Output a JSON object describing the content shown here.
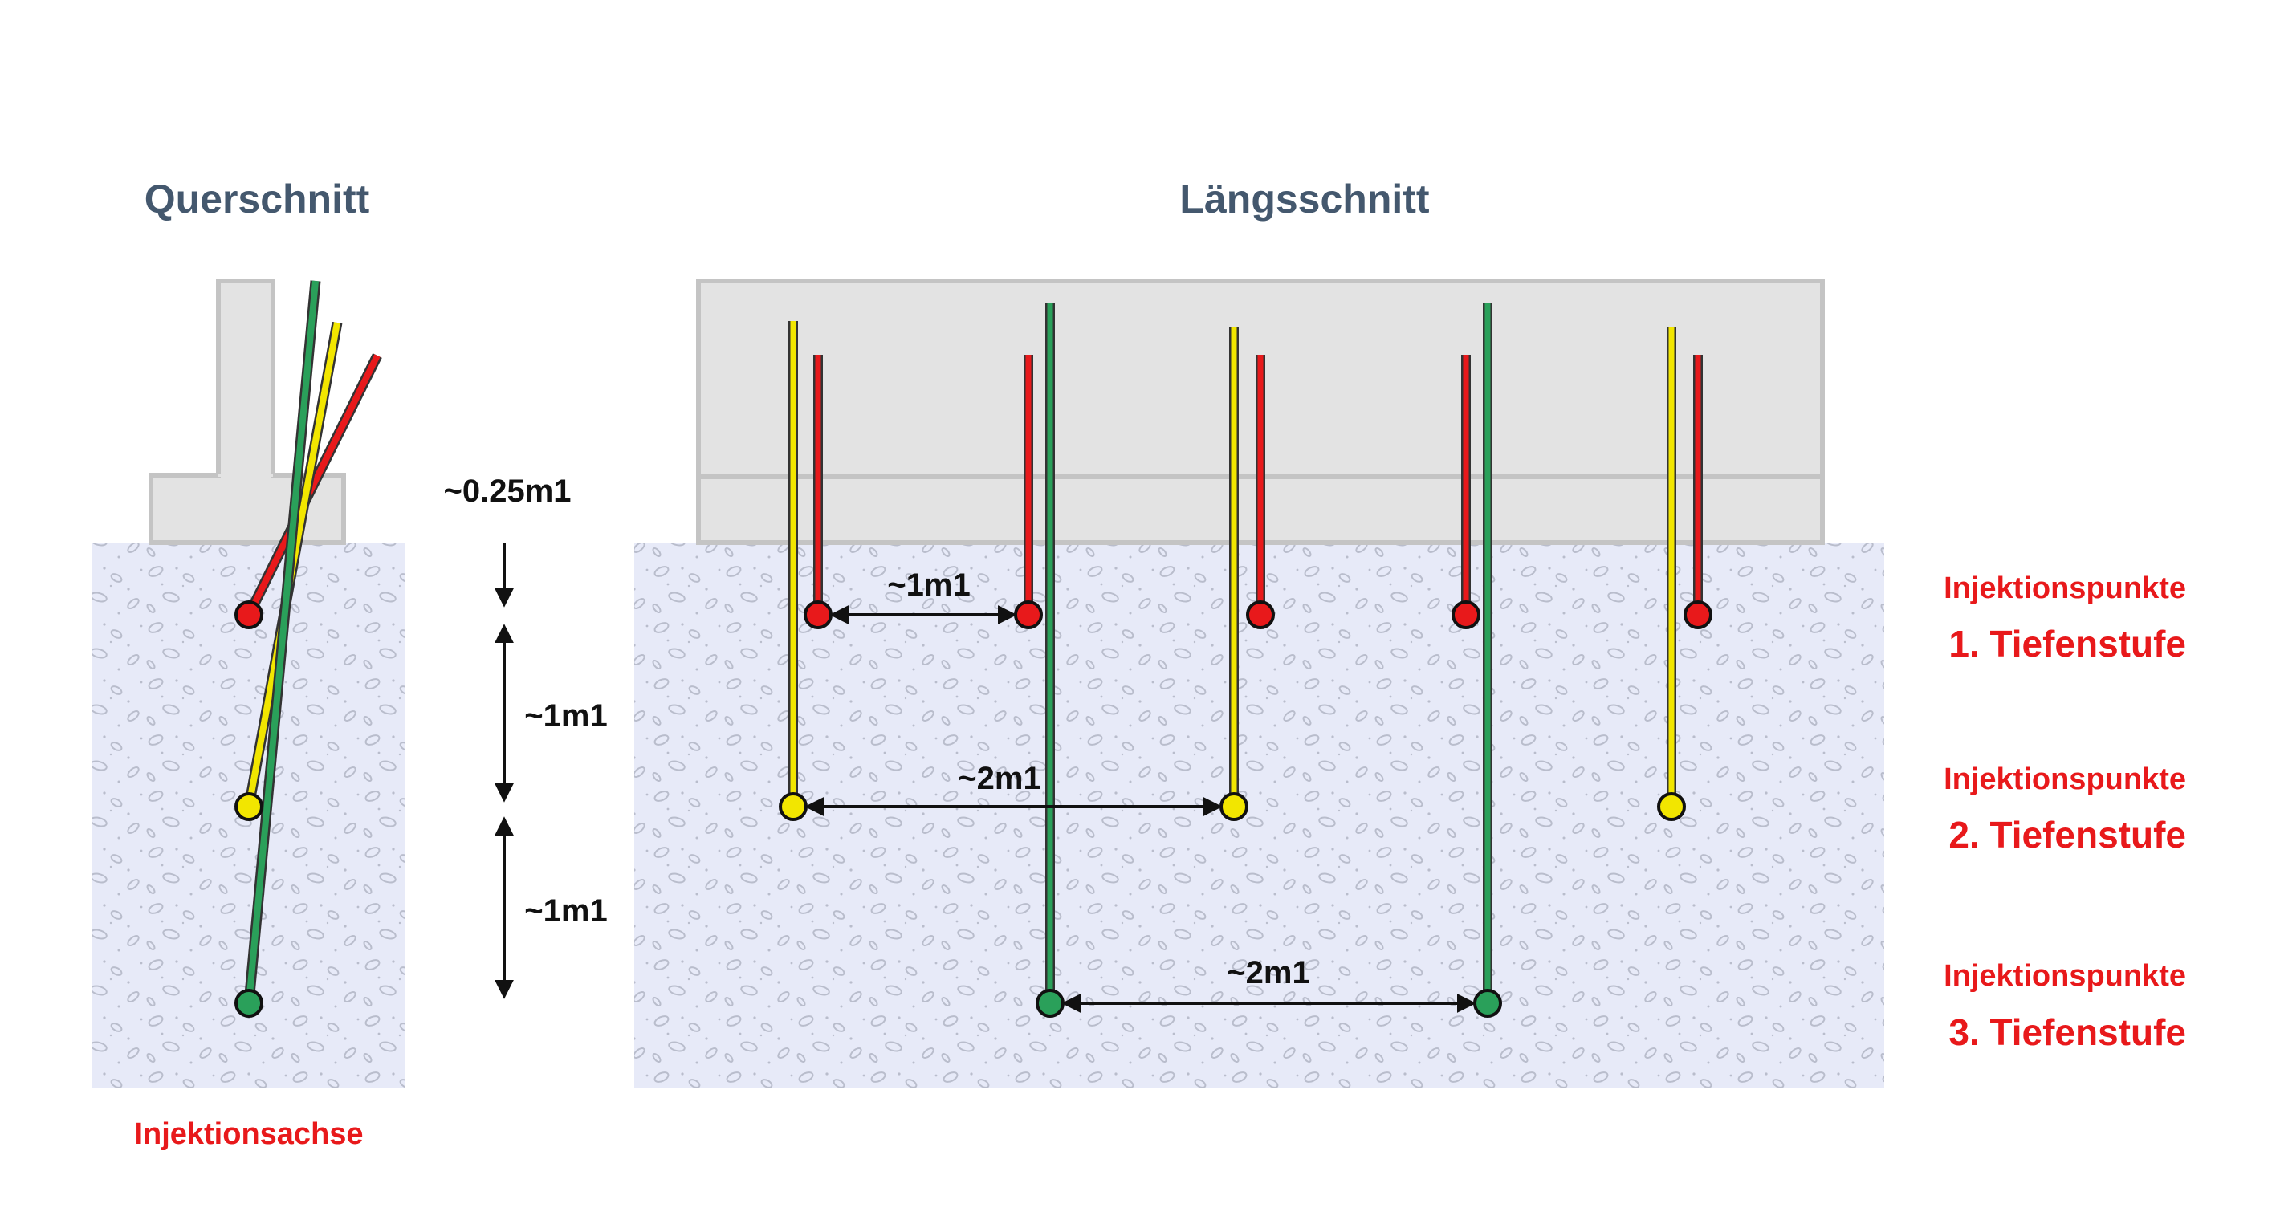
{
  "titles": {
    "cross_section": "Querschnitt",
    "longitudinal": "Längsschnitt"
  },
  "measures": {
    "top_offset": "~0.25m1",
    "depth_step_1": "~1m1",
    "depth_step_2": "~1m1",
    "spacing_level_1": "~1m1",
    "spacing_level_2": "~2m1",
    "spacing_level_3": "~2m1"
  },
  "legend": {
    "level_1": {
      "line1": "Injektionspunkte",
      "line2": "1. Tiefenstufe"
    },
    "level_2": {
      "line1": "Injektionspunkte",
      "line2": "2. Tiefenstufe"
    },
    "level_3": {
      "line1": "Injektionspunkte",
      "line2": "3. Tiefenstufe"
    }
  },
  "axis_label": "Injektionsachse",
  "colors": {
    "level_1": "#e8191b",
    "level_2": "#f2e600",
    "level_3": "#2aa05a",
    "title": "#44586e",
    "label_red": "#e8191b",
    "soil": "#e7eaf8",
    "wall": "#e3e3e3",
    "wall_outline": "#c4c4c4"
  }
}
